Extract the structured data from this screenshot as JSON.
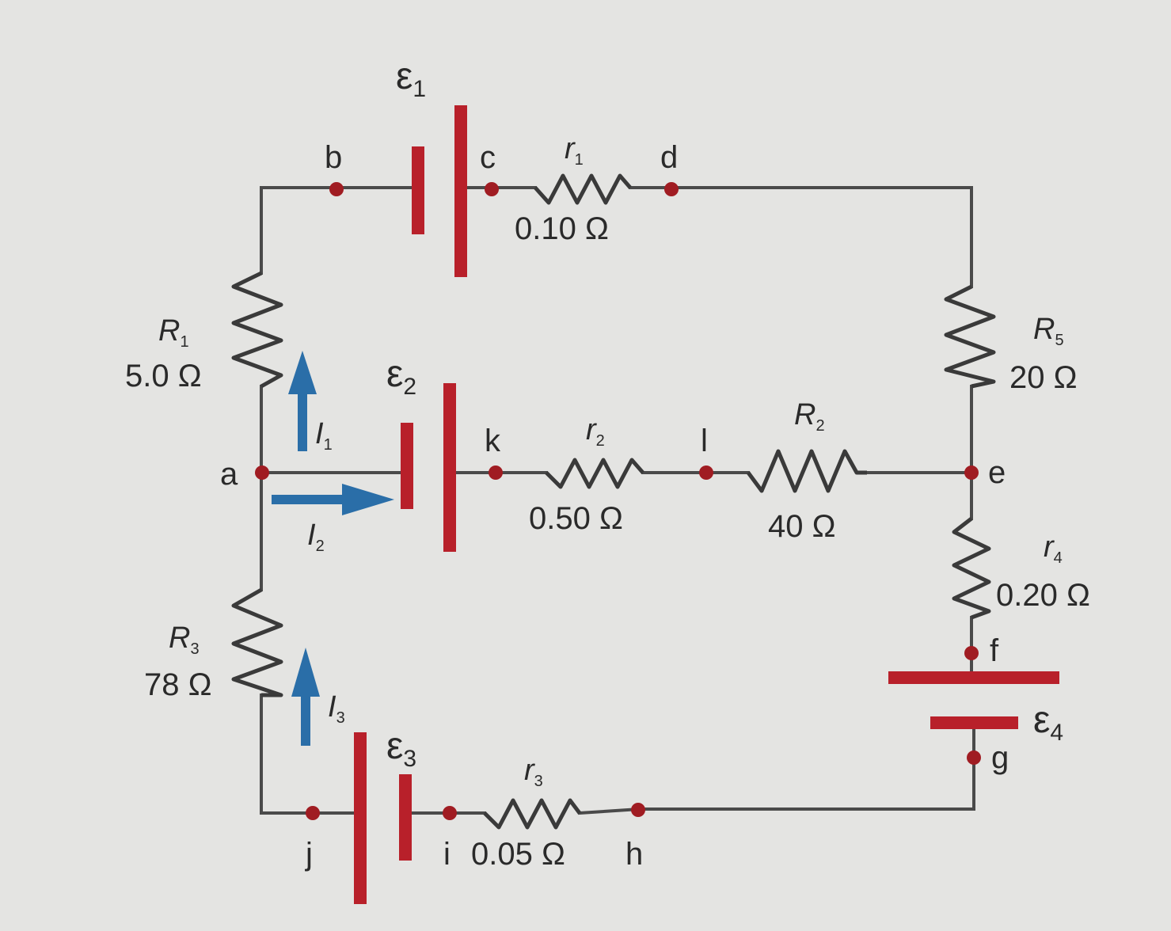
{
  "nodes": {
    "a": "a",
    "b": "b",
    "c": "c",
    "d": "d",
    "e": "e",
    "f": "f",
    "g": "g",
    "h": "h",
    "i": "i",
    "j": "j",
    "k": "k",
    "l": "l"
  },
  "emfs": {
    "e1": {
      "symbol": "ε",
      "sub": "1"
    },
    "e2": {
      "symbol": "ε",
      "sub": "2"
    },
    "e3": {
      "symbol": "ε",
      "sub": "3"
    },
    "e4": {
      "symbol": "ε",
      "sub": "4"
    }
  },
  "resistors": {
    "R1": {
      "name": "R",
      "sub": "1",
      "value": "5.0 Ω"
    },
    "R2": {
      "name": "R",
      "sub": "2",
      "value": "40 Ω"
    },
    "R3": {
      "name": "R",
      "sub": "3",
      "value": "78 Ω"
    },
    "R5": {
      "name": "R",
      "sub": "5",
      "value": "20 Ω"
    },
    "r1": {
      "name": "r",
      "sub": "1",
      "value": "0.10 Ω"
    },
    "r2": {
      "name": "r",
      "sub": "2",
      "value": "0.50 Ω"
    },
    "r3": {
      "name": "r",
      "sub": "3",
      "value": "0.05 Ω"
    },
    "r4": {
      "name": "r",
      "sub": "4",
      "value": "0.20 Ω"
    }
  },
  "currents": {
    "I1": {
      "name": "I",
      "sub": "1"
    },
    "I2": {
      "name": "I",
      "sub": "2"
    },
    "I3": {
      "name": "I",
      "sub": "3"
    }
  },
  "colors": {
    "background": "#e4e4e2",
    "wire": "#4a4a4a",
    "battery": "#b8202a",
    "node": "#a01c22",
    "current_arrow": "#2a6ea8"
  }
}
